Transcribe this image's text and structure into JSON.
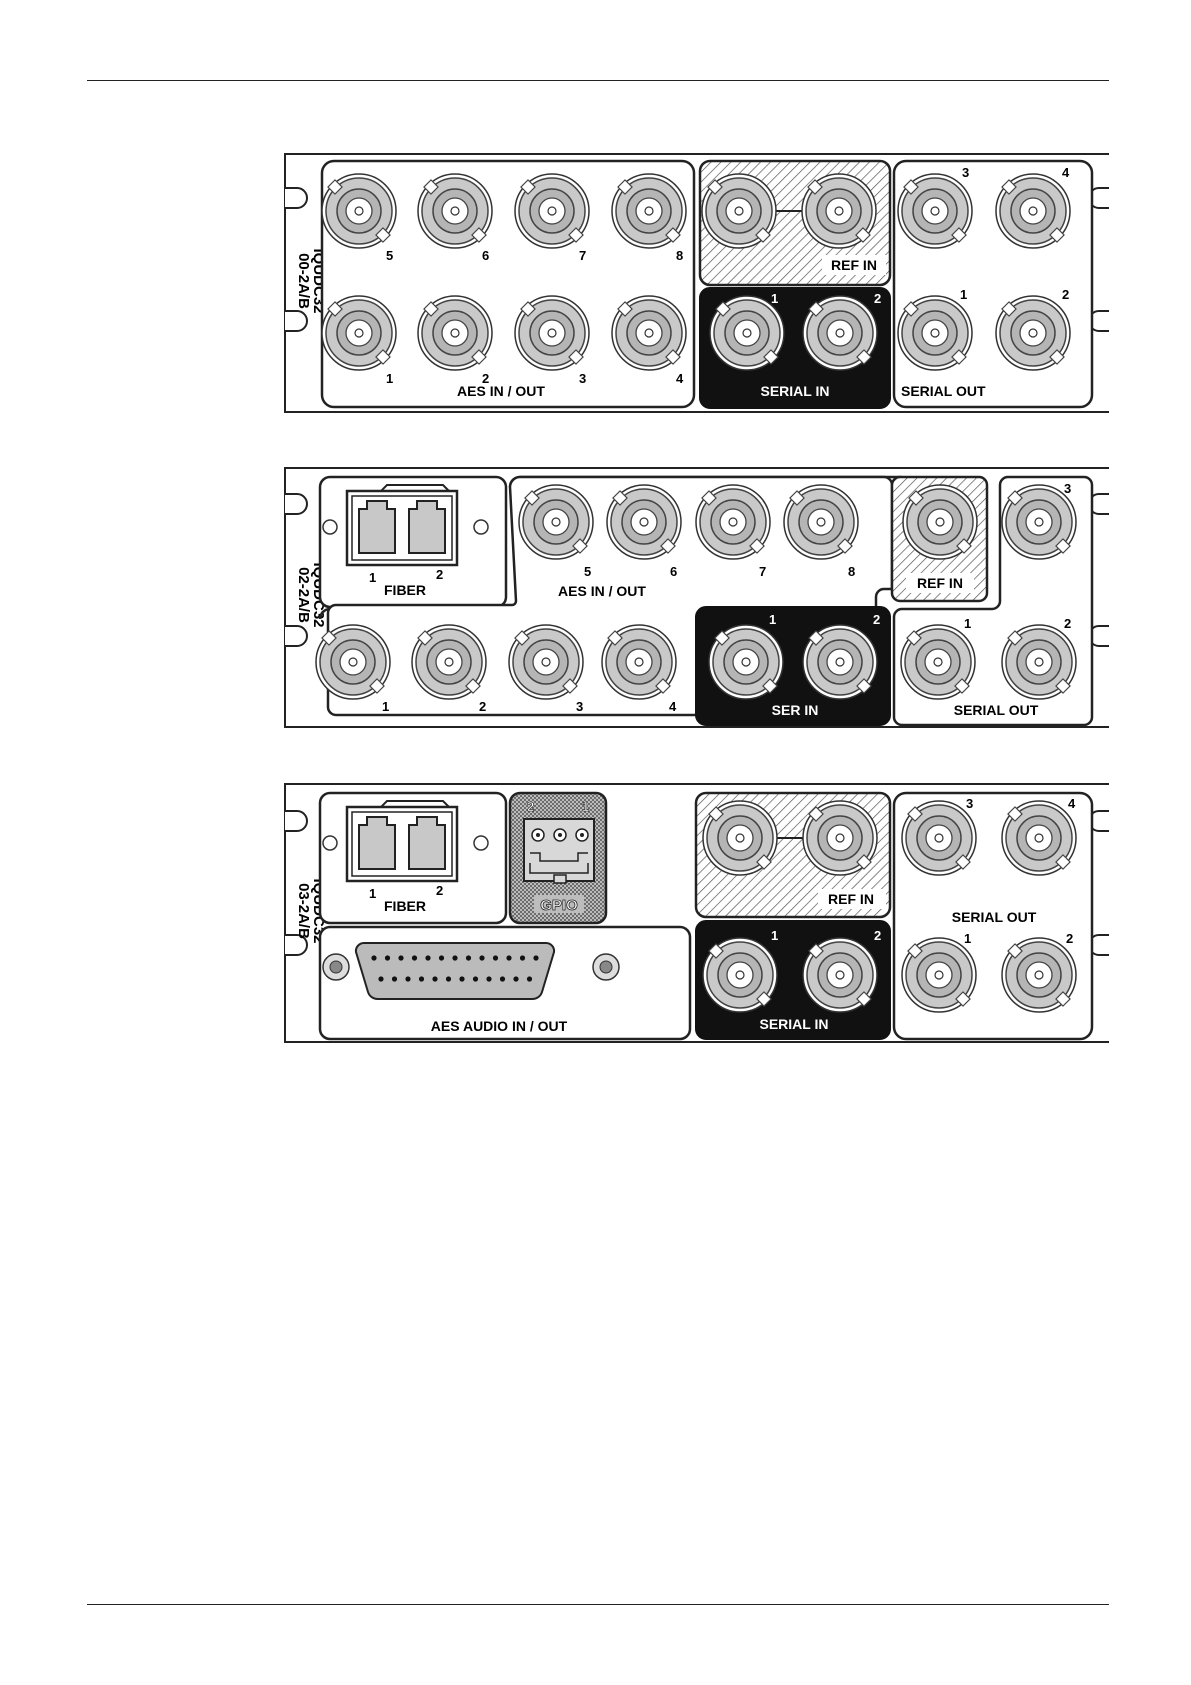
{
  "panels": [
    {
      "model": [
        "IQUDC32",
        "00-2A/B"
      ],
      "aes_label": "AES IN / OUT",
      "aes_numbers_top": [
        "5",
        "6",
        "7",
        "8"
      ],
      "aes_numbers_bottom": [
        "1",
        "2",
        "3",
        "4"
      ],
      "ref_label": "REF IN",
      "serial_in_label": "SERIAL IN",
      "serial_in_numbers": [
        "1",
        "2"
      ],
      "serial_out_label": "SERIAL OUT",
      "serial_out_numbers_top": [
        "3",
        "4"
      ],
      "serial_out_numbers_bottom": [
        "1",
        "2"
      ]
    },
    {
      "model": [
        "IQUDC32",
        "02-2A/B"
      ],
      "fiber_label": "FIBER",
      "fiber_numbers": [
        "1",
        "2"
      ],
      "aes_label": "AES IN / OUT",
      "aes_numbers_top": [
        "5",
        "6",
        "7",
        "8"
      ],
      "aes_numbers_bottom": [
        "1",
        "2",
        "3",
        "4"
      ],
      "ref_label": "REF IN",
      "serial_in_label": "SER IN",
      "serial_in_numbers": [
        "1",
        "2"
      ],
      "serial_out_label": "SERIAL OUT",
      "serial_out_numbers_top": [
        "3"
      ],
      "serial_out_numbers_bottom": [
        "1",
        "2"
      ]
    },
    {
      "model": [
        "IQUDC32",
        "03-2A/B"
      ],
      "fiber_label": "FIBER",
      "fiber_numbers": [
        "1",
        "2"
      ],
      "gpio_label": "GPIO",
      "gpio_numbers": [
        "2",
        "1"
      ],
      "aes_audio_label": "AES AUDIO IN / OUT",
      "ref_label": "REF IN",
      "serial_in_label": "SERIAL IN",
      "serial_in_numbers": [
        "1",
        "2"
      ],
      "serial_out_label": "SERIAL OUT",
      "serial_out_numbers_top": [
        "3",
        "4"
      ],
      "serial_out_numbers_bottom": [
        "1",
        "2"
      ]
    }
  ]
}
